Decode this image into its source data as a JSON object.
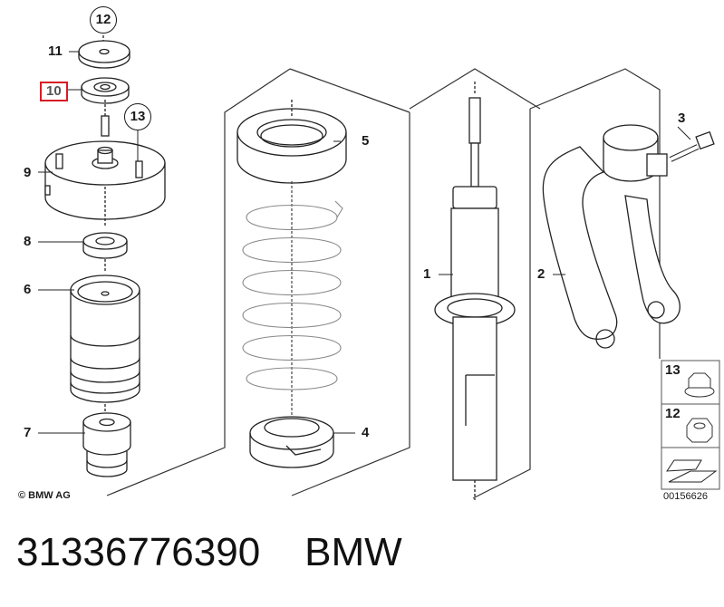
{
  "diagram": {
    "copyright": "© BMW AG",
    "reference_number": "00156626",
    "callouts": {
      "c1": "1",
      "c2": "2",
      "c3": "3",
      "c4": "4",
      "c5": "5",
      "c6": "6",
      "c7": "7",
      "c8": "8",
      "c9": "9",
      "c10": "10",
      "c11": "11",
      "c12": "12",
      "c13": "13",
      "legend13": "13",
      "legend12": "12"
    },
    "highlight_color": "#d81b24"
  },
  "part": {
    "number": "31336776390",
    "brand": "BMW"
  }
}
